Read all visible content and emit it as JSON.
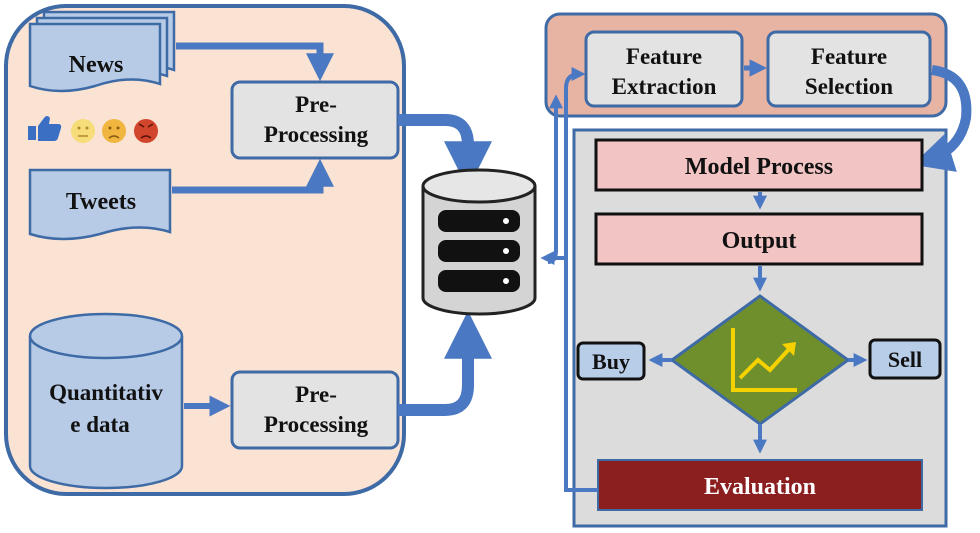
{
  "colors": {
    "left_panel_fill": "#fbe3d3",
    "panel_stroke": "#3e6aa6",
    "doc_fill": "#b7cbe6",
    "box_fill": "#e3e3e3",
    "feature_panel_fill": "#e7b4a4",
    "right_panel_fill": "#dcdcdc",
    "pink_box_fill": "#f2c4c4",
    "diamond_fill": "#6f8f2c",
    "evaluation_fill": "#8b1f1f",
    "arrow": "#4a78c2",
    "buy_sell_fill": "#b8cde8"
  },
  "left": {
    "news": "News",
    "tweets": "Tweets",
    "emoji_icons": [
      "thumbs-up-icon",
      "neutral-face-icon",
      "worried-face-icon",
      "angry-face-icon"
    ],
    "preprocess_top": {
      "line1": "Pre-",
      "line2": "Processing"
    },
    "quant_data": {
      "line1": "Quantitativ",
      "line2": "e data"
    },
    "preprocess_bottom": {
      "line1": "Pre-",
      "line2": "Processing"
    }
  },
  "center": {
    "database_icon": "database-icon"
  },
  "right": {
    "feature_extraction": {
      "line1": "Feature",
      "line2": "Extraction"
    },
    "feature_selection": {
      "line1": "Feature",
      "line2": "Selection"
    },
    "model_process": "Model Process",
    "output": "Output",
    "decision_icon": "trend-chart-icon",
    "buy": "Buy",
    "sell": "Sell",
    "evaluation": "Evaluation"
  }
}
